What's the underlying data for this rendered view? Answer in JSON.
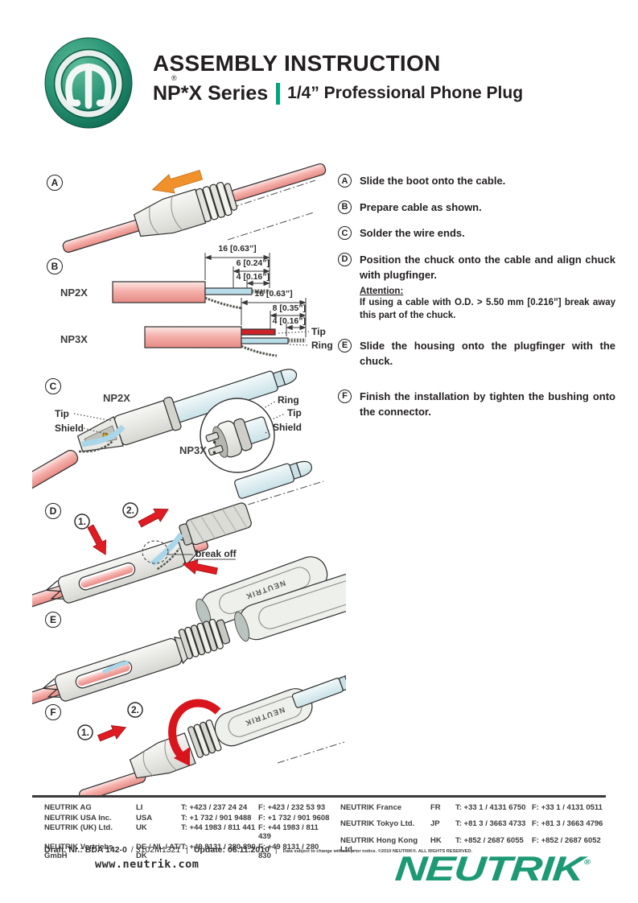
{
  "header": {
    "title": "ASSEMBLY INSTRUCTION",
    "series": "NP*X Series",
    "subtitle": "1/4” Professional Phone Plug",
    "registered": "®",
    "accent_color": "#00a57d"
  },
  "steps": [
    {
      "letter": "A",
      "text": "Slide the boot onto the cable."
    },
    {
      "letter": "B",
      "text": "Prepare cable as shown."
    },
    {
      "letter": "C",
      "text": "Solder the wire ends."
    },
    {
      "letter": "D",
      "text": "Position the chuck onto the cable and align chuck with plugfinger.",
      "attention_title": "Attention:",
      "attention_text": "If using a cable with O.D. > 5.50 mm [0.216”] break away this part of the chuck."
    },
    {
      "letter": "E",
      "text": "Slide the housing onto the plugfinger with the chuck."
    },
    {
      "letter": "F",
      "text": "Finish the installation by tighten the bushing onto the connector."
    }
  ],
  "diagrams": {
    "a": {
      "letter": "A"
    },
    "b": {
      "letter": "B",
      "np2x": "NP2X",
      "np3x": "NP3X",
      "np2x_dim1": "16 [0.63”]",
      "np2x_dim2": "6 [0.24”]",
      "np2x_dim3": "4 [0.16”]",
      "np3x_dim1": "16 [0.63”]",
      "np3x_dim2": "8 [0.35”]",
      "np3x_dim3": "4 [0.16”]",
      "tip": "Tip",
      "ring": "Ring"
    },
    "c": {
      "letter": "C",
      "np2x": "NP2X",
      "np3x": "NP3X",
      "tip": "Tip",
      "shield": "Shield",
      "inset_ring": "Ring",
      "inset_tip": "Tip",
      "inset_shield": "Shield"
    },
    "d": {
      "letter": "D",
      "step1": "1.",
      "step2": "2.",
      "break_off": "break off",
      "brand": "NEUTRIK"
    },
    "e": {
      "letter": "E"
    },
    "f": {
      "letter": "F",
      "step1": "1.",
      "step2": "2.",
      "brand": "NEUTRIK"
    }
  },
  "footer": {
    "contacts_left": [
      {
        "name": "NEUTRIK AG",
        "region": "LI",
        "tel": "T: +423 / 237 24 24",
        "fax": "F: +423 / 232 53 93"
      },
      {
        "name": "NEUTRIK USA Inc.",
        "region": "USA",
        "tel": "T: +1 732 / 901 9488",
        "fax": "F: +1 732 / 901 9608"
      },
      {
        "name": "NEUTRIK (UK) Ltd.",
        "region": "UK",
        "tel": "T: +44 1983 / 811 441",
        "fax": "F: +44 1983 / 811 439"
      },
      {
        "name": "NEUTRIK Vertriebs GmbH",
        "region": "DE / NL / AT/ DK",
        "tel": "T: +49 8131 / 280 890",
        "fax": "F: +49 8131 / 280 830"
      }
    ],
    "contacts_right": [
      {
        "name": "NEUTRIK France",
        "region": "FR",
        "tel": "T: +33 1 / 4131 6750",
        "fax": "F: +33 1 / 4131 0511"
      },
      {
        "name": "NEUTRIK Tokyo Ltd.",
        "region": "JP",
        "tel": "T: +81 3 / 3663 4733",
        "fax": "F: +81 3 / 3663 4796"
      },
      {
        "name": "NEUTRIK Hong Kong Ltd.",
        "region": "HK",
        "tel": "T: +852 / 2687 6055",
        "fax": "F: +852 / 2687 6052"
      }
    ],
    "draft_label": "Draft. Nr.: BDA 142-0",
    "draft_code": "/ 3102M1321",
    "update_label": "Update: 06.11.2010",
    "legal": "Data subject to change without prior notice. ©2010 NEUTRIK®. ALL RIGHTS RESERVED.",
    "website": "www.neutrik.com",
    "wordmark": "NEUTRIK",
    "wordmark_registered": "®"
  }
}
